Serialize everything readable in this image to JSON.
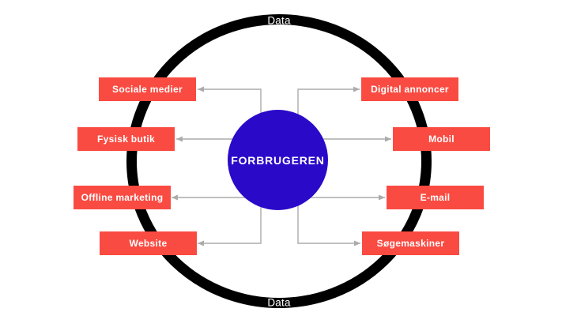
{
  "diagram": {
    "type": "hub-and-spoke",
    "description": "Consumer data touchpoints: arrows point from the center hub outward to each channel box, all enclosed by a ring labeled Data",
    "center": {
      "label": "FORBRUGEREN",
      "color": "#2B09C9",
      "text_color": "#FFFFFF"
    },
    "ring": {
      "top_label": "Data",
      "bottom_label": "Data",
      "color": "#000000",
      "text_color": "#FFFFFF"
    },
    "left_channels": [
      {
        "label": "Sociale medier"
      },
      {
        "label": "Fysisk butik"
      },
      {
        "label": "Offline marketing"
      },
      {
        "label": "Website"
      }
    ],
    "right_channels": [
      {
        "label": "Digital annoncer"
      },
      {
        "label": "Mobil"
      },
      {
        "label": "E-mail"
      },
      {
        "label": "Søgemaskiner"
      }
    ],
    "colors": {
      "channel_box": "#FA4B42",
      "connector": "#ABABAB",
      "background": "#FFFFFF"
    }
  }
}
